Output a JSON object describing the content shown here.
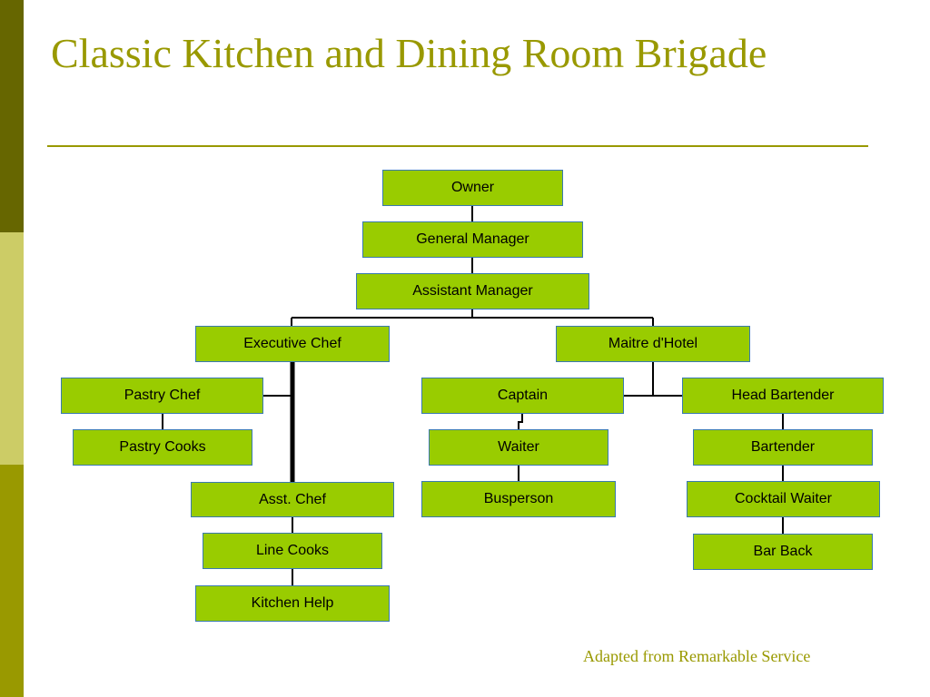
{
  "slide": {
    "title": "Classic Kitchen and Dining Room Brigade",
    "credit": "Adapted from Remarkable Service",
    "colors": {
      "accent": "#999900",
      "node_fill": "#99cc00",
      "node_border": "#3a7ab0",
      "sidebar": [
        "#666600",
        "#cccc66",
        "#999900"
      ]
    }
  },
  "org_chart": {
    "nodes": {
      "owner": "Owner",
      "general_manager": "General Manager",
      "assistant_manager": "Assistant Manager",
      "executive_chef": "Executive Chef",
      "maitre_d_hotel": "Maitre d'Hotel",
      "pastry_chef": "Pastry Chef",
      "pastry_cooks": "Pastry Cooks",
      "asst_chef": "Asst. Chef",
      "line_cooks": "Line Cooks",
      "kitchen_help": "Kitchen Help",
      "captain": "Captain",
      "waiter": "Waiter",
      "busperson": "Busperson",
      "head_bartender": "Head Bartender",
      "bartender": "Bartender",
      "cocktail_waiter": "Cocktail Waiter",
      "bar_back": "Bar Back"
    },
    "reports_to": {
      "general_manager": "owner",
      "assistant_manager": "general_manager",
      "executive_chef": "assistant_manager",
      "maitre_d_hotel": "assistant_manager",
      "pastry_chef": "executive_chef",
      "asst_chef": "executive_chef",
      "pastry_cooks": "pastry_chef",
      "line_cooks": "asst_chef",
      "kitchen_help": "line_cooks",
      "captain": "maitre_d_hotel",
      "head_bartender": "maitre_d_hotel",
      "waiter": "captain",
      "busperson": "waiter",
      "bartender": "head_bartender",
      "cocktail_waiter": "bartender",
      "bar_back": "cocktail_waiter"
    }
  }
}
